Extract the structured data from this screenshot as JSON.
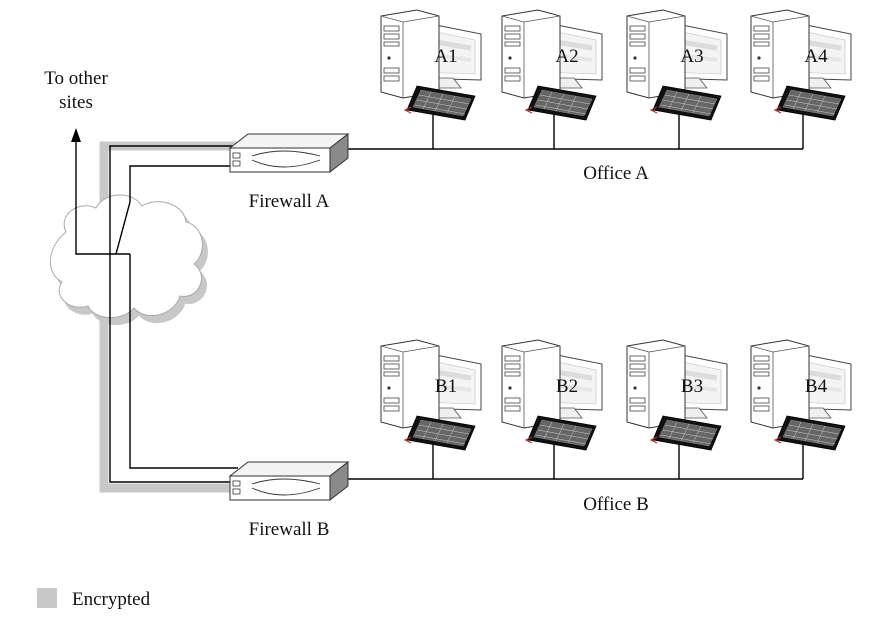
{
  "labels": {
    "to_other_sites_line1": "To other",
    "to_other_sites_line2": "sites",
    "firewall_a": "Firewall A",
    "firewall_b": "Firewall B",
    "office_a": "Office A",
    "office_b": "Office B"
  },
  "legend": {
    "encrypted_label": "Encrypted",
    "encrypted_color": "#c8c8c8"
  },
  "offices": {
    "a": {
      "computers": [
        "A1",
        "A2",
        "A3",
        "A4"
      ]
    },
    "b": {
      "computers": [
        "B1",
        "B2",
        "B3",
        "B4"
      ]
    }
  },
  "icons": {
    "computer": "desktop-computer-icon",
    "keyboard": "keyboard-icon",
    "firewall": "firewall-device-icon",
    "cloud": "cloud-icon"
  },
  "colors": {
    "line": "#000000",
    "tunnel": "#c8c8c8",
    "cloud_fill": "#ffffff",
    "cloud_shadow": "#c8c8c8",
    "device_stroke": "#222222"
  }
}
